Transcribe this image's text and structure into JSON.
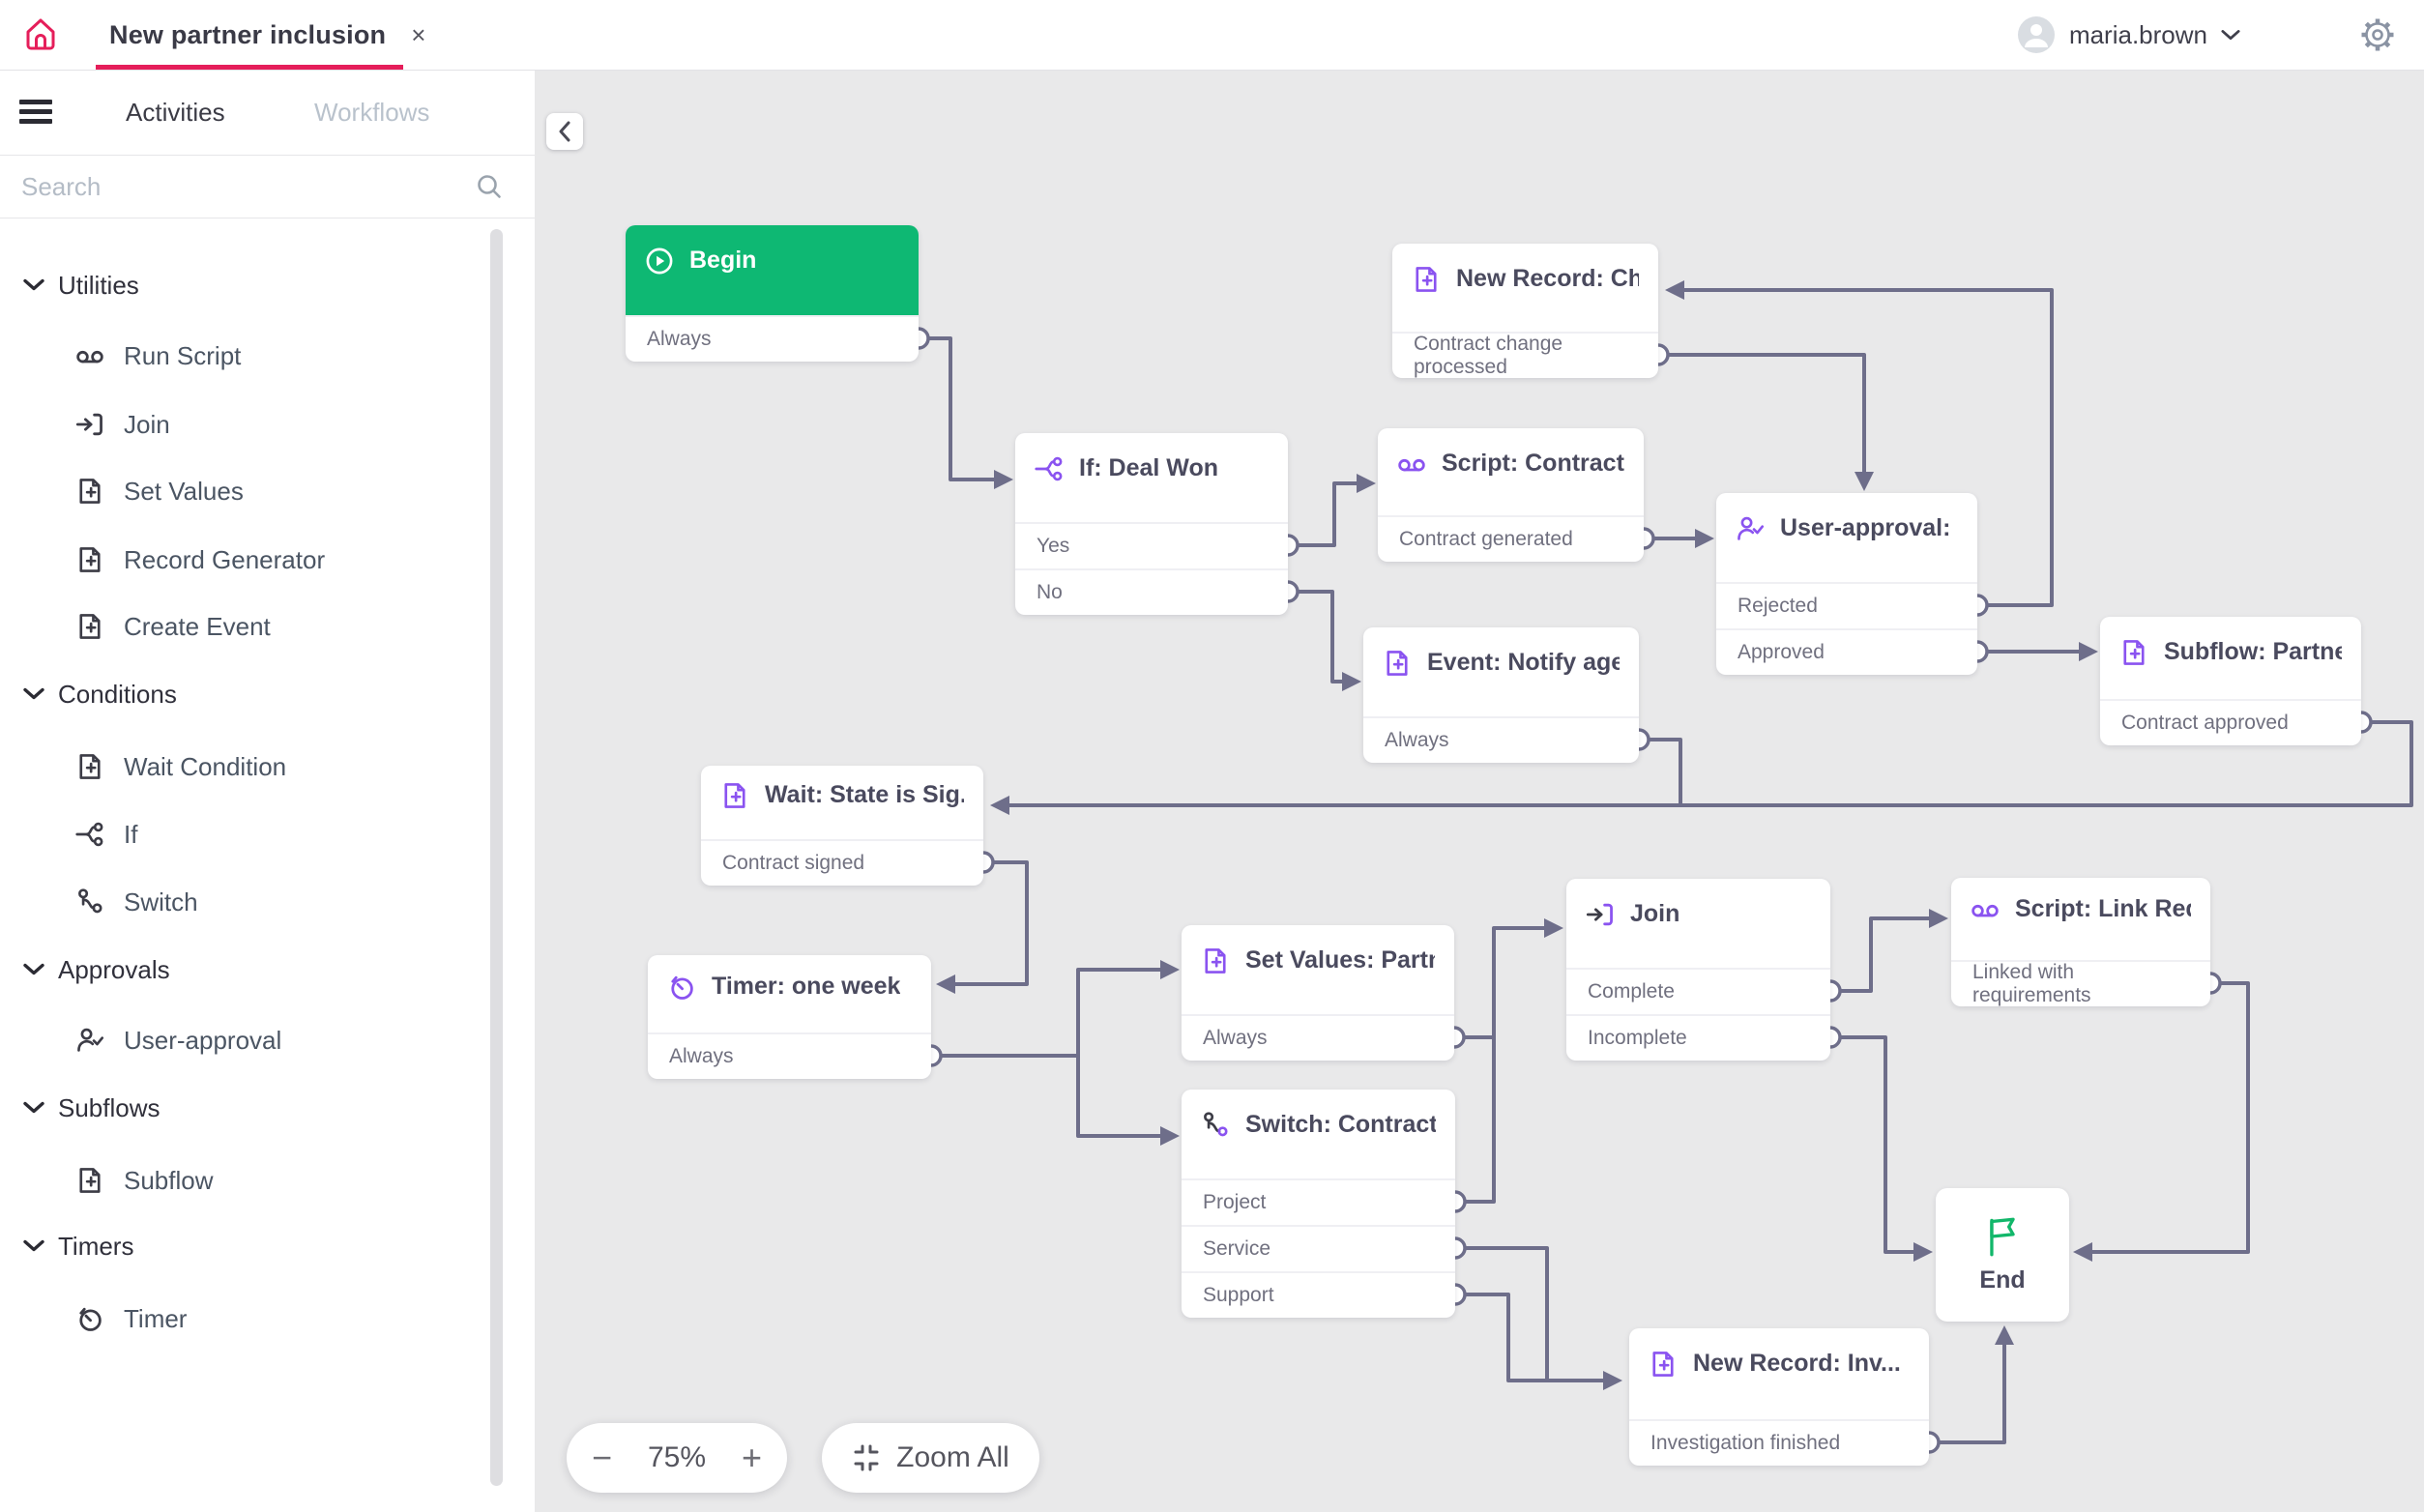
{
  "topbar": {
    "tab_title": "New partner inclusion",
    "close_label": "×",
    "user_name": "maria.brown"
  },
  "sidebar": {
    "tabs": [
      {
        "label": "Activities"
      },
      {
        "label": "Workflows"
      }
    ],
    "search_placeholder": "Search",
    "sections": [
      {
        "label": "Utilities",
        "items": [
          {
            "label": "Run Script"
          },
          {
            "label": "Join"
          },
          {
            "label": "Set Values"
          },
          {
            "label": "Record Generator"
          },
          {
            "label": "Create Event"
          }
        ]
      },
      {
        "label": "Conditions",
        "items": [
          {
            "label": "Wait Condition"
          },
          {
            "label": "If"
          },
          {
            "label": "Switch"
          }
        ]
      },
      {
        "label": "Approvals",
        "items": [
          {
            "label": "User-approval"
          }
        ]
      },
      {
        "label": "Subflows",
        "items": [
          {
            "label": "Subflow"
          }
        ]
      },
      {
        "label": "Timers",
        "items": [
          {
            "label": "Timer"
          }
        ]
      }
    ]
  },
  "canvas": {
    "nodes": [
      {
        "title": "Begin",
        "rows": [
          "Always"
        ]
      },
      {
        "title": "If: Deal Won",
        "rows": [
          "Yes",
          "No"
        ]
      },
      {
        "title": "Script: Contract g...",
        "rows": [
          "Contract generated"
        ]
      },
      {
        "title": "New Record: Cha...",
        "rows": [
          "Contract change processed"
        ]
      },
      {
        "title": "User-approval: C...",
        "rows": [
          "Rejected",
          "Approved"
        ]
      },
      {
        "title": "Subflow: Partner ...",
        "rows": [
          "Contract approved"
        ]
      },
      {
        "title": "Event: Notify agent",
        "rows": [
          "Always"
        ]
      },
      {
        "title": "Wait: State is Sig...",
        "rows": [
          "Contract signed"
        ]
      },
      {
        "title": "Timer: one week",
        "rows": [
          "Always"
        ]
      },
      {
        "title": "Set Values: Partner",
        "rows": [
          "Always"
        ]
      },
      {
        "title": "Switch: Contract ...",
        "rows": [
          "Project",
          "Service",
          "Support"
        ]
      },
      {
        "title": "Join",
        "rows": [
          "Complete",
          "Incomplete"
        ]
      },
      {
        "title": "Script: Link Requi...",
        "rows": [
          "Linked with requirements"
        ]
      },
      {
        "title": "New Record: Inv...",
        "rows": [
          "Investigation finished"
        ]
      },
      {
        "title": "End",
        "rows": []
      }
    ],
    "colors": {
      "accent_red": "#e51e5a",
      "green": "#0eb873",
      "purple": "#8a53f0",
      "wire": "#6e6e8a"
    }
  },
  "controls": {
    "minus_label": "−",
    "zoom_level": "75%",
    "plus_label": "+",
    "zoom_all_label": "Zoom All"
  }
}
